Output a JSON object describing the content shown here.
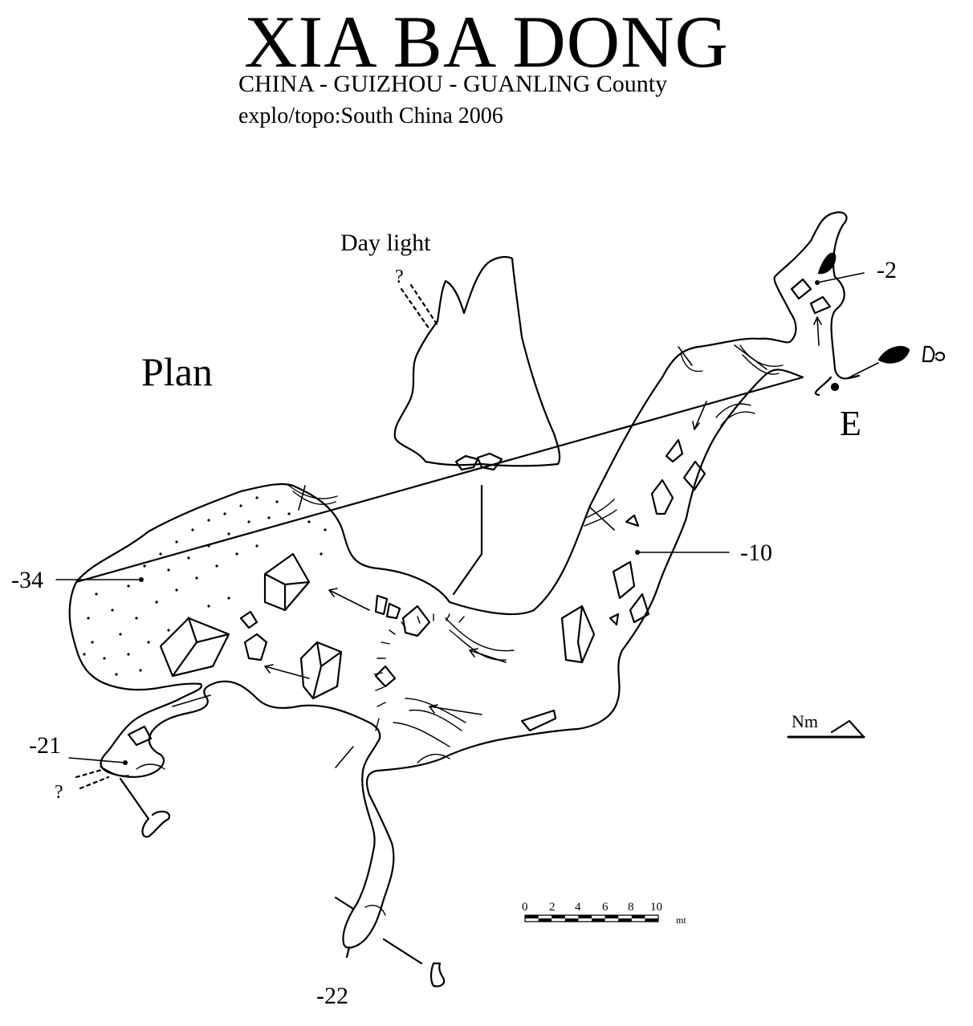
{
  "header": {
    "title": "XIA BA DONG",
    "location": "CHINA - GUIZHOU - GUANLING County",
    "credits": "explo/topo:South China 2006"
  },
  "map": {
    "view_label": "Plan",
    "daylight_label": "Day light",
    "question_marks": [
      "?",
      "?"
    ],
    "entrance_label": "E",
    "depths": [
      "-2",
      "-10",
      "-22",
      "-21",
      "-34"
    ]
  },
  "north_arrow": {
    "label": "Nm"
  },
  "scale_bar": {
    "ticks": [
      "0",
      "2",
      "4",
      "6",
      "8",
      "10"
    ],
    "unit": "mt"
  }
}
